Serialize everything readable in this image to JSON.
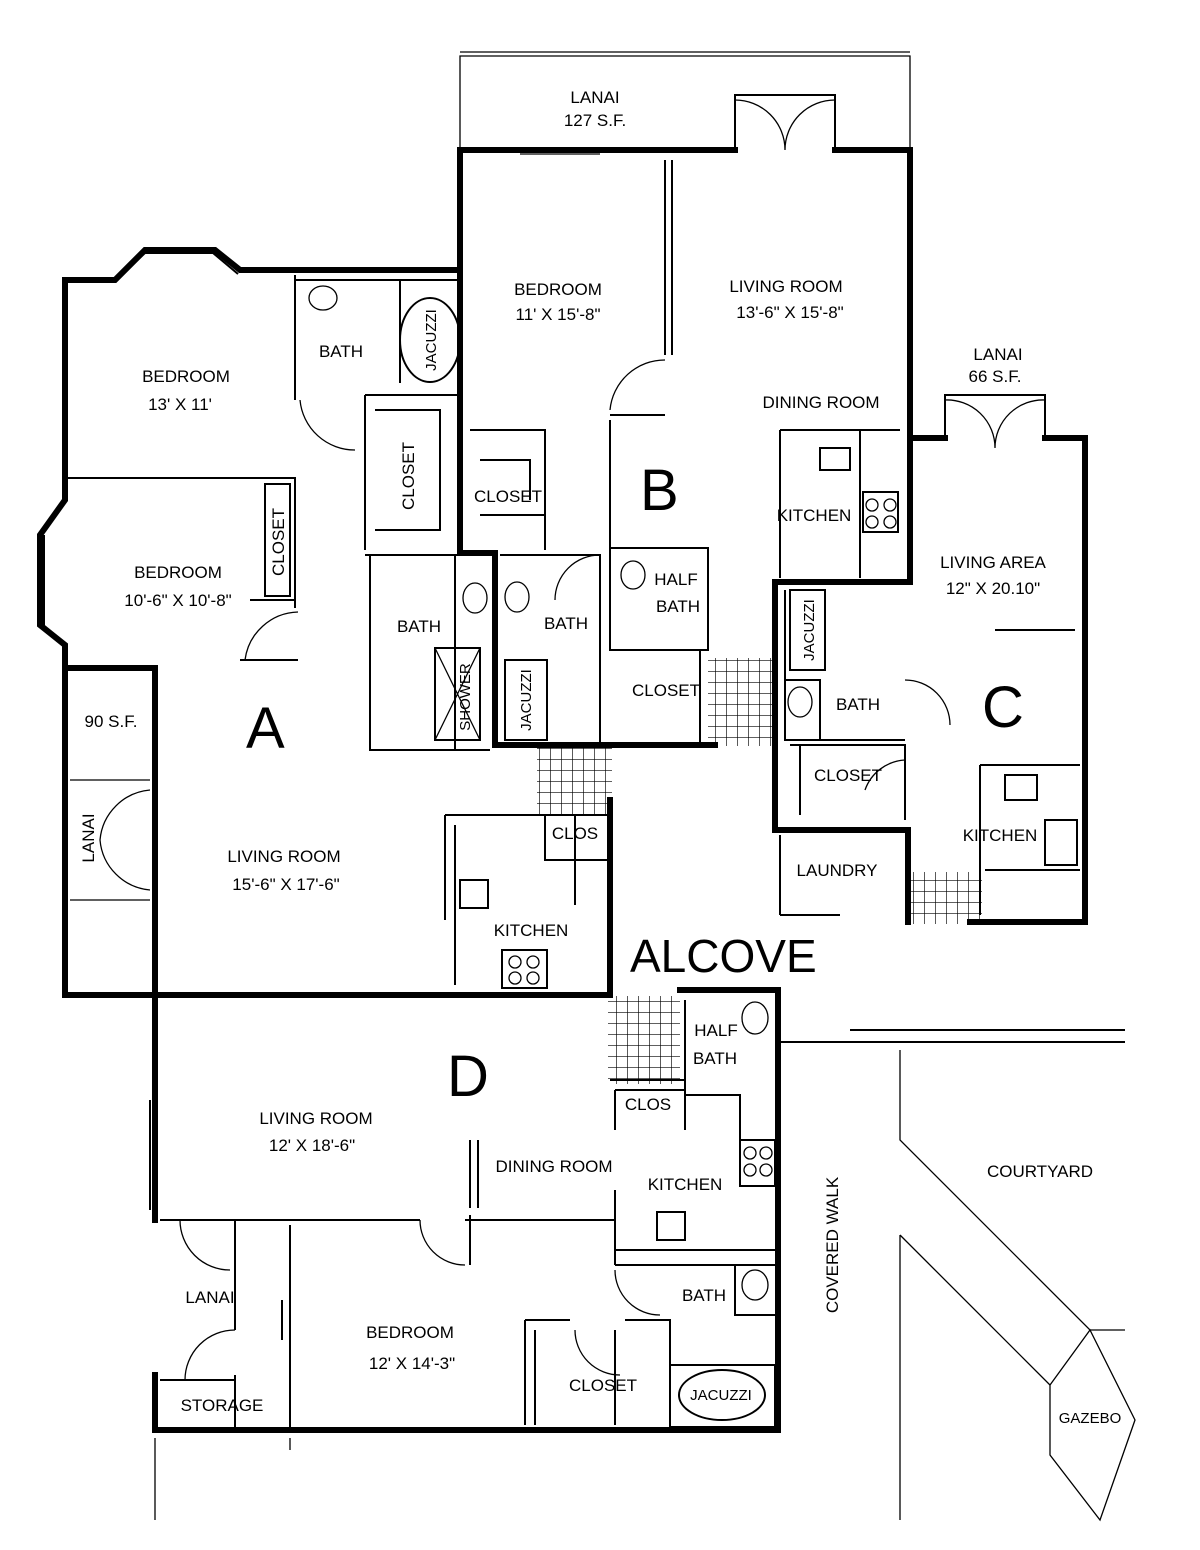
{
  "units": {
    "a": "A",
    "b": "B",
    "c": "C",
    "d": "D"
  },
  "alcove": "ALCOVE",
  "rooms": {
    "lanai_top": {
      "name": "LANAI",
      "size": "127 S.F."
    },
    "b_bedroom": {
      "name": "BEDROOM",
      "size": "11' X 15'-8\""
    },
    "b_living": {
      "name": "LIVING ROOM",
      "size": "13'-6\" X 15'-8\""
    },
    "b_dining": "DINING ROOM",
    "b_kitchen": "KITCHEN",
    "b_closet": "CLOSET",
    "b_bath": "BATH",
    "b_halfbath_1": "HALF",
    "b_halfbath_2": "BATH",
    "b_closet2": "CLOSET",
    "b_jacuzzi": "JACUZZI",
    "a_bath_top": "BATH",
    "a_jacuzzi": "JACUZZI",
    "a_bedroom1": {
      "name": "BEDROOM",
      "size": "13' X 11'"
    },
    "a_closet_mid": "CLOSET",
    "a_closet_bed2": "CLOSET",
    "a_bedroom2": {
      "name": "BEDROOM",
      "size": "10'-6\" X 10'-8\""
    },
    "a_bath": "BATH",
    "a_shower": "SHOWER",
    "a_lanai_sf": "90 S.F.",
    "a_lanai": "LANAI",
    "a_living": {
      "name": "LIVING ROOM",
      "size": "15'-6\" X 17'-6\""
    },
    "a_kitchen": "KITCHEN",
    "a_clos": "CLOS",
    "c_lanai": {
      "name": "LANAI",
      "size": "66 S.F."
    },
    "c_living": {
      "name": "LIVING AREA",
      "size": "12\" X 20.10\""
    },
    "c_jacuzzi": "JACUZZI",
    "c_bath": "BATH",
    "c_closet": "CLOSET",
    "c_kitchen": "KITCHEN",
    "laundry": "LAUNDRY",
    "d_halfbath_1": "HALF",
    "d_halfbath_2": "BATH",
    "d_clos": "CLOS",
    "d_living": {
      "name": "LIVING ROOM",
      "size": "12' X 18'-6\""
    },
    "d_dining": "DINING ROOM",
    "d_kitchen": "KITCHEN",
    "d_bath": "BATH",
    "d_lanai": "LANAI",
    "d_storage": "STORAGE",
    "d_bedroom": {
      "name": "BEDROOM",
      "size": "12' X 14'-3\""
    },
    "d_closet": "CLOSET",
    "d_jacuzzi": "JACUZZI",
    "covered_walk": "COVERED WALK",
    "courtyard": "COURTYARD",
    "gazebo": "GAZEBO"
  }
}
